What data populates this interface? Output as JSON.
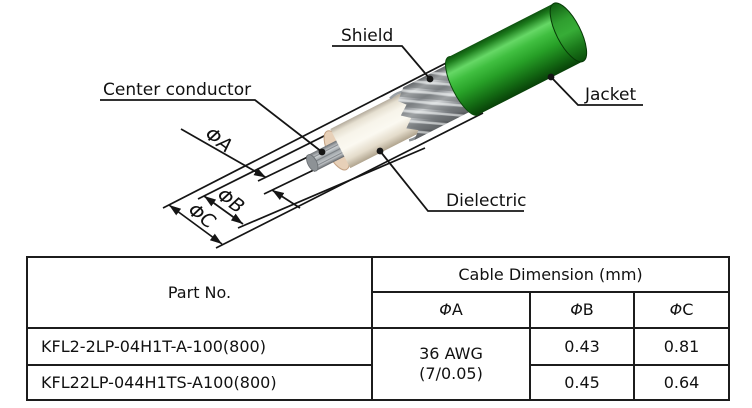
{
  "diagram": {
    "labels": {
      "shield": "Shield",
      "center_conductor": "Center conductor",
      "jacket": "Jacket",
      "dielectric": "Dielectric"
    },
    "dimensions": {
      "a": "ΦA",
      "b": "ΦB",
      "c": "ΦC"
    },
    "colors": {
      "jacket_green": "#2fae2f",
      "shield_gray": "#9b9ea2",
      "dielectric_ivory": "#f5f1e6",
      "conductor_silver": "#a9afb3",
      "line_black": "#151515"
    }
  },
  "table": {
    "headers": {
      "part_no": "Part No.",
      "cable_dimension": "Cable Dimension (mm)",
      "phi_a": "ΦA",
      "phi_b": "ΦB",
      "phi_c": "ΦC"
    },
    "awg": {
      "line1": "36 AWG",
      "line2": "(7/0.05)"
    },
    "rows": [
      {
        "part_no": "KFL2-2LP-04H1T-A-100(800)",
        "phi_b": "0.43",
        "phi_c": "0.81"
      },
      {
        "part_no": "KFL22LP-044H1TS-A100(800)",
        "phi_b": "0.45",
        "phi_c": "0.64"
      }
    ]
  }
}
